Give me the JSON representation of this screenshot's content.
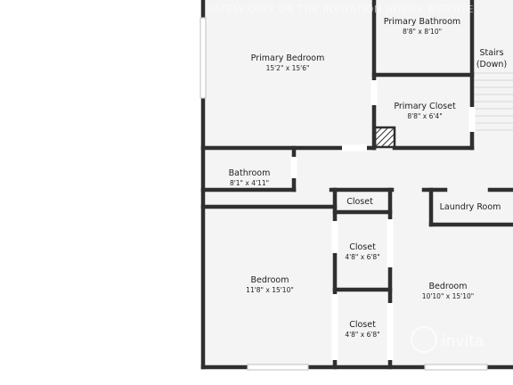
{
  "watermark": {
    "text": "SAFELY ONLY ON THE INVITATION HOMES WEBSITE",
    "brand": "invita"
  },
  "rooms": {
    "primary_bedroom": {
      "name": "Primary Bedroom",
      "dims": "15'2\" x 15'6\""
    },
    "primary_bathroom": {
      "name": "Primary Bathroom",
      "dims": "8'8\" x 8'10\""
    },
    "stairs": {
      "line1": "Stairs",
      "line2": "(Down)"
    },
    "primary_closet": {
      "name": "Primary Closet",
      "dims": "8'8\" x 6'4\""
    },
    "bathroom": {
      "name": "Bathroom",
      "dims": "8'1\" x 4'11\""
    },
    "closet_hall": {
      "name": "Closet"
    },
    "laundry_room": {
      "name": "Laundry Room"
    },
    "closet_upper": {
      "name": "Closet",
      "dims": "4'8\" x 6'8\""
    },
    "closet_lower": {
      "name": "Closet",
      "dims": "4'8\" x 6'8\""
    },
    "bedroom_left": {
      "name": "Bedroom",
      "dims": "11'8\" x 15'10\""
    },
    "bedroom_right": {
      "name": "Bedroom",
      "dims": "10'10\" x 15'10\""
    }
  }
}
